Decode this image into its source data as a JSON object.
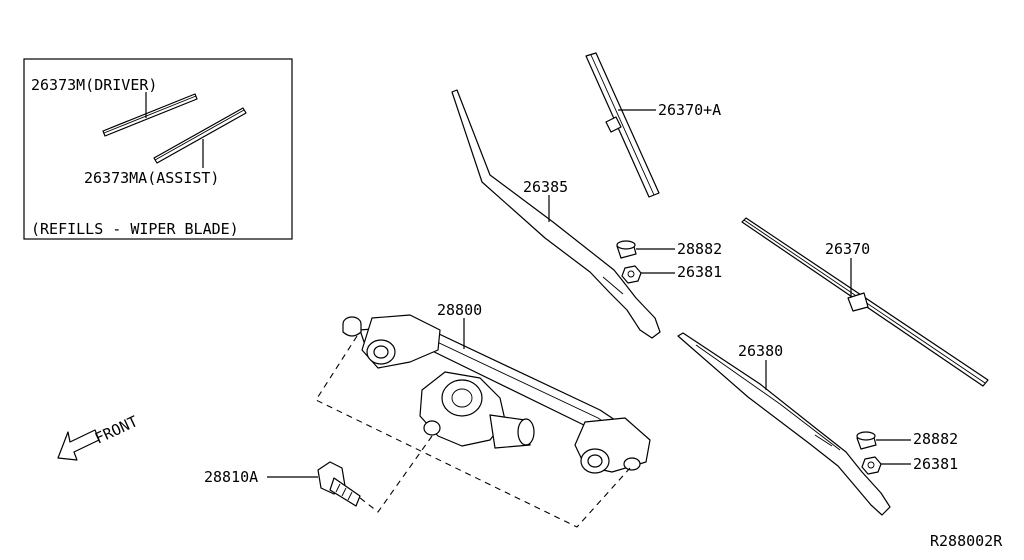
{
  "inset": {
    "driver_refill": "26373M(DRIVER)",
    "assist_refill": "26373MA(ASSIST)",
    "caption": "(REFILLS - WIPER BLADE)"
  },
  "callouts": {
    "blade_assist": "26370+A",
    "arm_assist": "26385",
    "cap_upper": "28882",
    "nut_upper": "26381",
    "blade_driver": "26370",
    "linkage_motor": "28800",
    "arm_driver": "26380",
    "cap_lower": "28882",
    "nut_lower": "26381",
    "bolt": "28810A"
  },
  "front_label": "FRONT",
  "diagram_code": "R288002R"
}
